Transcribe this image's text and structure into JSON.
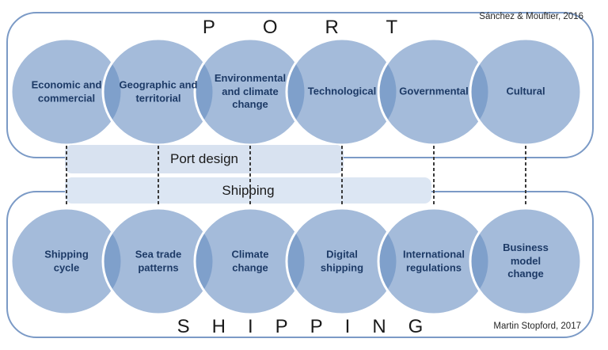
{
  "palette": {
    "circle_fill_single": "#a3bbd9",
    "circle_overlap": "#7fa1cb",
    "panel_border": "#7b9ac6",
    "band_port_fill": "#d8e2f0",
    "band_shipping_fill": "#dce6f3",
    "circle_text": "#1d3a66",
    "title_text": "#1a1a1a"
  },
  "port": {
    "title": "PORT",
    "citation": "Sánchez & Mouftier, 2016",
    "band": "Port design",
    "circles": [
      "Economic and\ncommercial",
      "Geographic and\nterritorial",
      "Environmental\nand climate\nchange",
      "Technological",
      "Governmental",
      "Cultural"
    ]
  },
  "shipping": {
    "title": "SHIPPING",
    "citation": "Martin Stopford, 2017",
    "band": "Shipping",
    "circles": [
      "Shipping\ncycle",
      "Sea trade\npatterns",
      "Climate\nchange",
      "Digital\nshipping",
      "International\nregulations",
      "Business\nmodel\nchange"
    ]
  }
}
